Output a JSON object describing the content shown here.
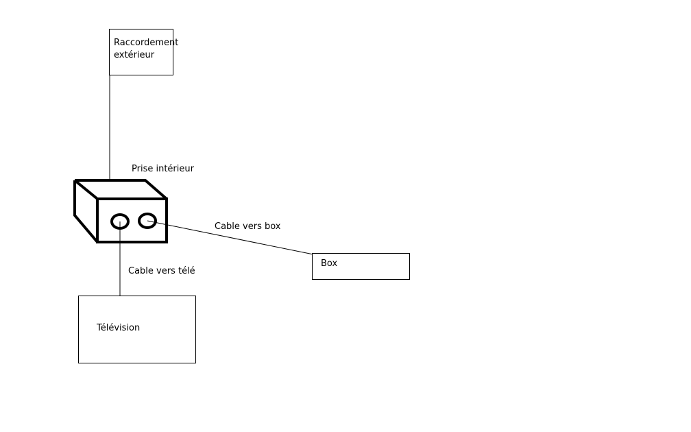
{
  "diagram": {
    "raccordement_line1": "Raccordement",
    "raccordement_line2": "extérieur",
    "prise_label": "Prise intérieur",
    "cable_box_label": "Cable vers box",
    "cable_tele_label": "Cable vers télé",
    "box_label": "Box",
    "television_label": "Télévision"
  }
}
